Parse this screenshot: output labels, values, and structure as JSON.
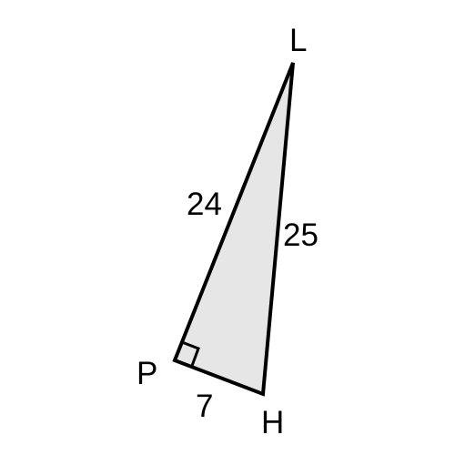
{
  "figure": {
    "vertices": {
      "L": "L",
      "P": "P",
      "H": "H"
    },
    "sides": {
      "PL": "24",
      "LH": "25",
      "PH": "7"
    },
    "right_angle_at": "P",
    "colors": {
      "fill": "#e6e6e6",
      "stroke": "#000000",
      "text": "#000000"
    }
  }
}
